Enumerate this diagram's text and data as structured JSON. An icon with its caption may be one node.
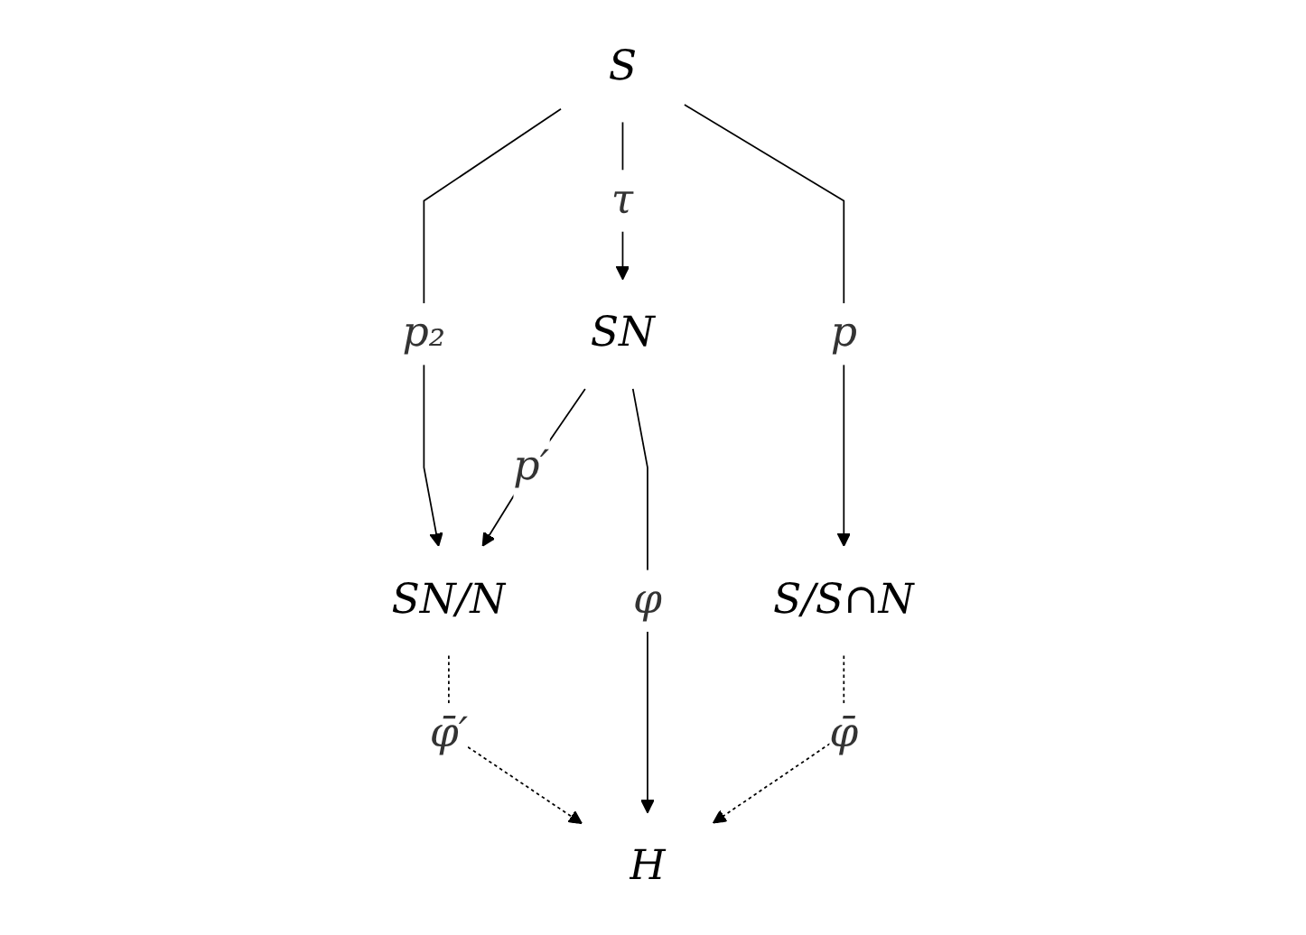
{
  "diagram": {
    "nodes": [
      {
        "text": [
          "S"
        ]
      },
      {
        "text": [
          "SN/N"
        ]
      },
      {
        "text": [
          "SN"
        ]
      },
      {
        "text": [
          "S/S∩N"
        ]
      },
      {
        "text": [
          "H"
        ]
      }
    ],
    "edges": [
      {
        "from": 0,
        "to": 1,
        "arrow": "to",
        "label": "p₂"
      },
      {
        "from": 0,
        "to": 2,
        "arrow": "to",
        "label": "τ"
      },
      {
        "from": 0,
        "to": 3,
        "arrow": "to",
        "label": "p"
      },
      {
        "from": 2,
        "to": 1,
        "arrow": "to",
        "label": "p′"
      },
      {
        "from": 2,
        "to": 4,
        "arrow": "to",
        "label": "φ"
      },
      {
        "from": 1,
        "to": 4,
        "arrow": "to",
        "label": "φ̄′",
        "style": "dashed"
      },
      {
        "from": 3,
        "to": 4,
        "arrow": "to",
        "label": "φ̄",
        "style": "dashed"
      }
    ]
  }
}
